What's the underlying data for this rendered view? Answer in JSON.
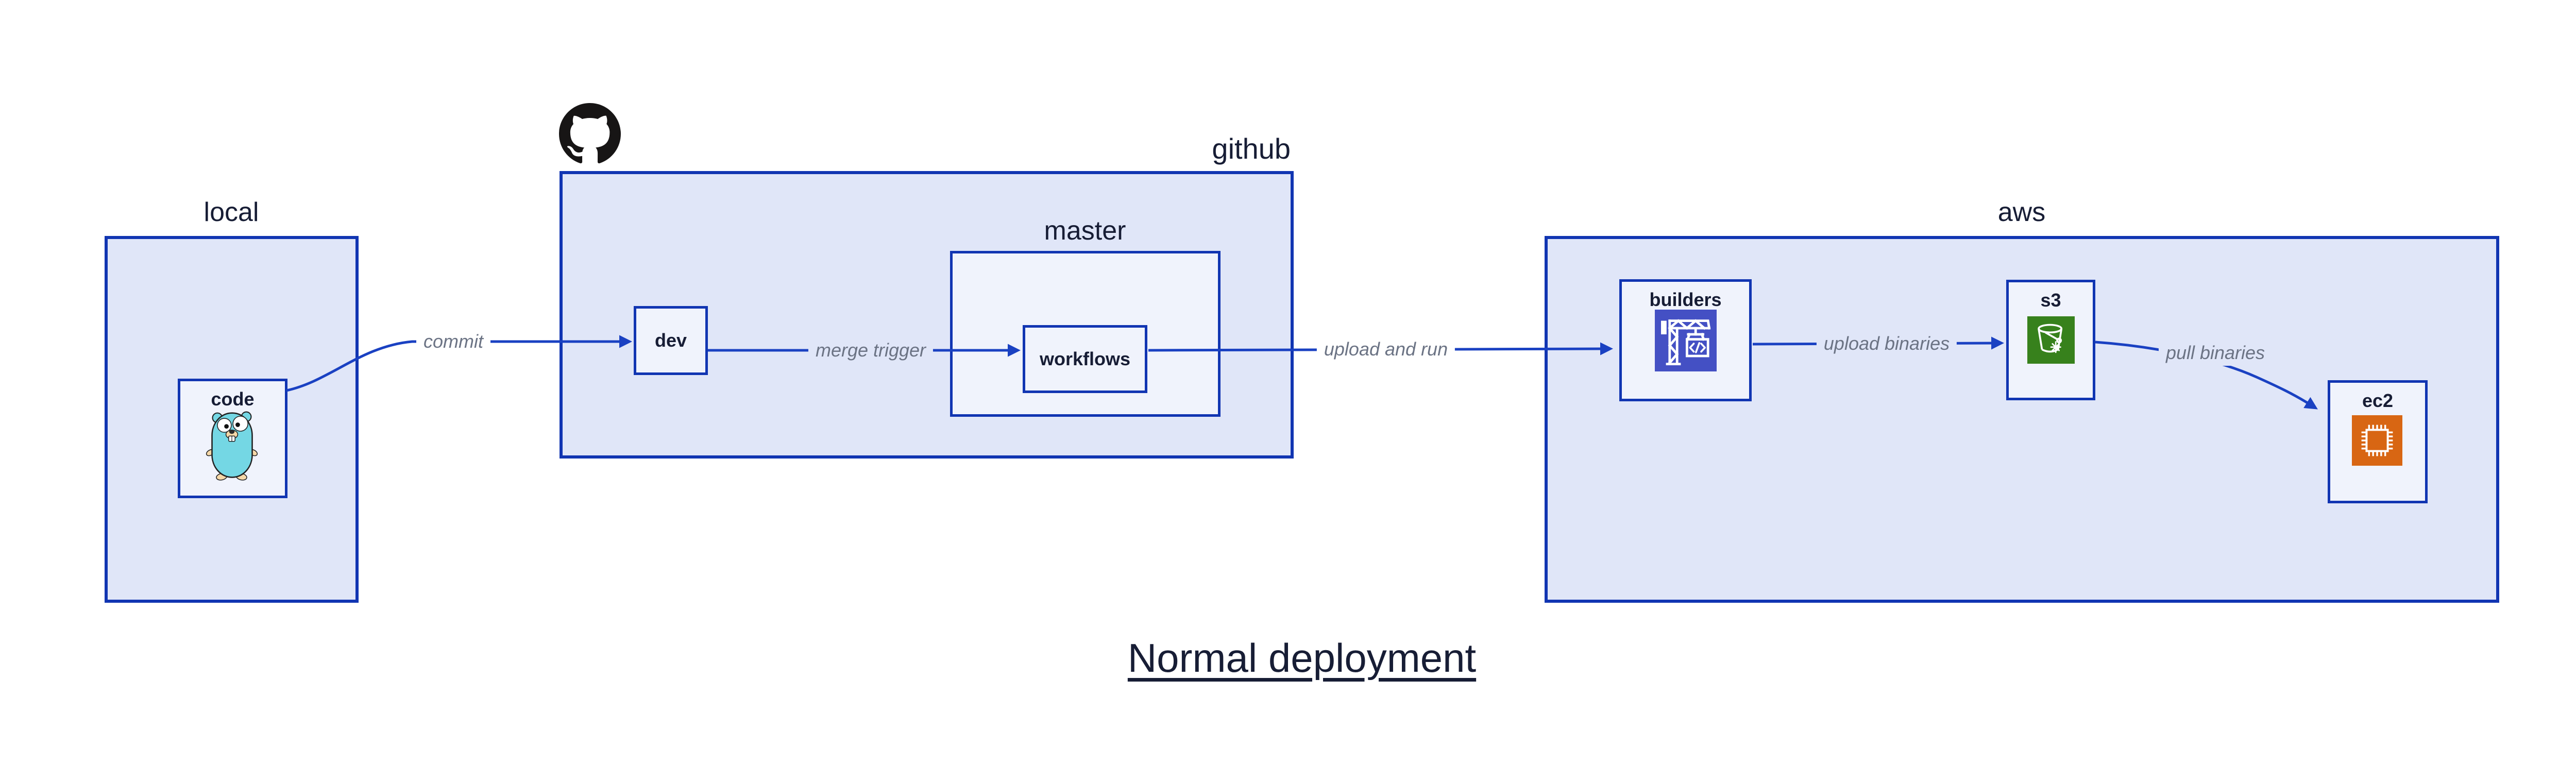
{
  "title": {
    "label": "Normal deployment"
  },
  "sections": {
    "local": {
      "label": "local"
    },
    "github": {
      "label": "github"
    },
    "master": {
      "label": "master"
    },
    "aws": {
      "label": "aws"
    }
  },
  "nodes": {
    "code": {
      "label": "code",
      "icon": "go-gopher-icon"
    },
    "dev": {
      "label": "dev"
    },
    "workflows": {
      "label": "workflows"
    },
    "builders": {
      "label": "builders",
      "icon": "codebuild-crane-icon"
    },
    "s3": {
      "label": "s3",
      "icon": "s3-glacier-bucket-icon"
    },
    "ec2": {
      "label": "ec2",
      "icon": "ec2-chip-icon"
    }
  },
  "edges": [
    {
      "from": "code",
      "to": "dev",
      "label": "commit"
    },
    {
      "from": "dev",
      "to": "workflows",
      "label": "merge trigger"
    },
    {
      "from": "workflows",
      "to": "builders",
      "label": "upload and run"
    },
    {
      "from": "builders",
      "to": "s3",
      "label": "upload binaries"
    },
    {
      "from": "s3",
      "to": "ec2",
      "label": "pull binaries"
    }
  ],
  "colors": {
    "box_border_blue": "#1135b2",
    "arrow_blue": "#1a41c2",
    "outer_box_fill": "#e0e6f8",
    "inner_box_fill": "#f0f3fc",
    "navy_text": "#171d35",
    "edge_label_gray": "#6b7384",
    "github_logo_black": "#171515",
    "builders_icon_indigo": "#4450c4",
    "s3_icon_green": "#37811c",
    "ec2_icon_orange": "#d86613",
    "gopher_teal": "#74d7e4"
  }
}
